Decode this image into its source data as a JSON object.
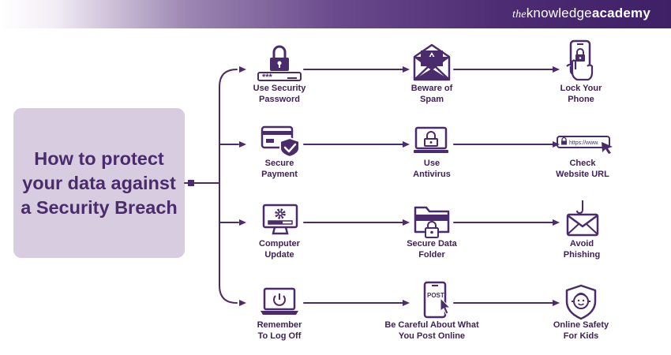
{
  "brand": {
    "prefix": "the",
    "middle": "knowledge",
    "suffix": "academy"
  },
  "title": "How to protect your data against a Security Breach",
  "colors": {
    "primary": "#4a2b6b",
    "line": "#4a2b6b",
    "title_box": "#d8cde0",
    "label": "#3e2258"
  },
  "rows": [
    {
      "items": [
        {
          "icon": "lock-password-icon",
          "line1": "Use Security",
          "line2": "Password"
        },
        {
          "icon": "spam-envelope-icon",
          "line1": "Beware of",
          "line2": "Spam"
        },
        {
          "icon": "phone-lock-icon",
          "line1": "Lock Your",
          "line2": "Phone"
        }
      ]
    },
    {
      "items": [
        {
          "icon": "secure-card-icon",
          "line1": "Secure",
          "line2": "Payment"
        },
        {
          "icon": "antivirus-monitor-icon",
          "line1": "Use",
          "line2": "Antivirus"
        },
        {
          "icon": "url-bar-icon",
          "line1": "Check",
          "line2": "Website URL"
        }
      ]
    },
    {
      "items": [
        {
          "icon": "computer-update-icon",
          "line1": "Computer",
          "line2": "Update"
        },
        {
          "icon": "folder-lock-icon",
          "line1": "Secure Data",
          "line2": "Folder"
        },
        {
          "icon": "phishing-envelope-icon",
          "line1": "Avoid",
          "line2": "Phishing"
        }
      ]
    },
    {
      "items": [
        {
          "icon": "laptop-power-icon",
          "line1": "Remember",
          "line2": "To Log Off"
        },
        {
          "icon": "post-phone-icon",
          "line1": "Be Careful About What",
          "line2": "You Post Online"
        },
        {
          "icon": "kid-shield-icon",
          "line1": "Online Safety",
          "line2": "For Kids"
        }
      ]
    }
  ],
  "url_text": "https://www.",
  "post_text": "POST",
  "password_mask": "***"
}
